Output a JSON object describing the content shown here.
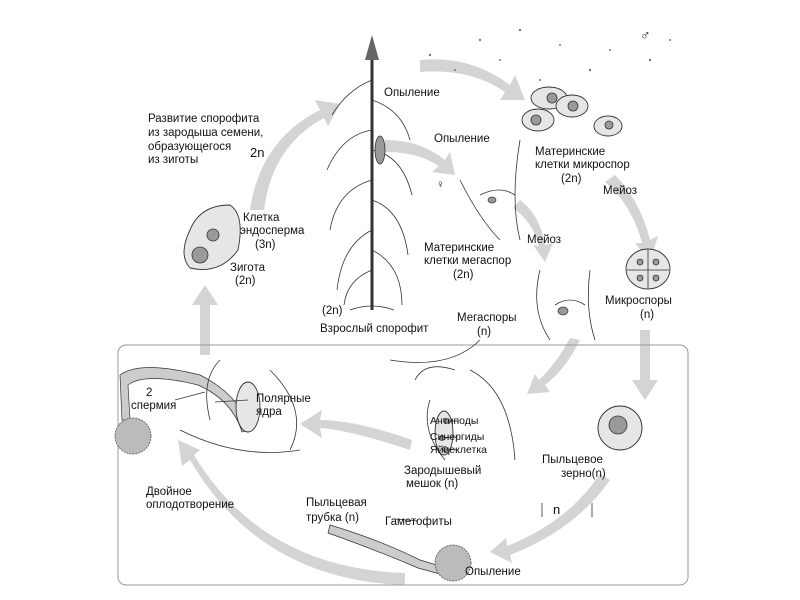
{
  "labels": {
    "pollination_top": "Опыление",
    "sporophyte_dev": [
      "Развитие спорофита",
      "из зародыша семени,",
      "образующегося",
      "из зиготы"
    ],
    "sporophyte_ploidy": "2n",
    "endosperm": [
      "Клетка",
      "эндосперма",
      "(3n)"
    ],
    "zygote": [
      "Зигота",
      "(2n)"
    ],
    "pollination_mid": "Опыление",
    "female_symbol": "♀",
    "male_symbol": "♂",
    "microspore_mother": [
      "Материнские",
      "клетки микроспор",
      "(2n)"
    ],
    "meiosis_right": "Мейоз",
    "meiosis_mid": "Мейоз",
    "megaspore_mother": [
      "Материнские",
      "клетки мегаспор",
      "(2n)"
    ],
    "adult_ploidy": "(2n)",
    "adult_sporophyte": "Взрослый спорофит",
    "megaspores": [
      "Мегаспоры",
      "(n)"
    ],
    "microspores": [
      "Микроспоры",
      "(n)"
    ],
    "two_sperm": [
      "2",
      "спермия"
    ],
    "polar_nuclei": [
      "Полярные",
      "ядра"
    ],
    "antipodals": "Антиподы",
    "synergids": "Синергиды",
    "egg_cell": "Яйцеклетка",
    "embryo_sac": [
      "Зародышевый",
      "мешок (n)"
    ],
    "pollen_grain": [
      "Пыльцевое",
      "зерно(n)"
    ],
    "double_fertilization": [
      "Двойное",
      "оплодотворение"
    ],
    "pollen_tube": [
      "Пыльцевая",
      "трубка (n)"
    ],
    "gametophytes": "Гаметофиты",
    "gametophyte_ploidy": "n",
    "pollination_bottom": "Опыление"
  }
}
